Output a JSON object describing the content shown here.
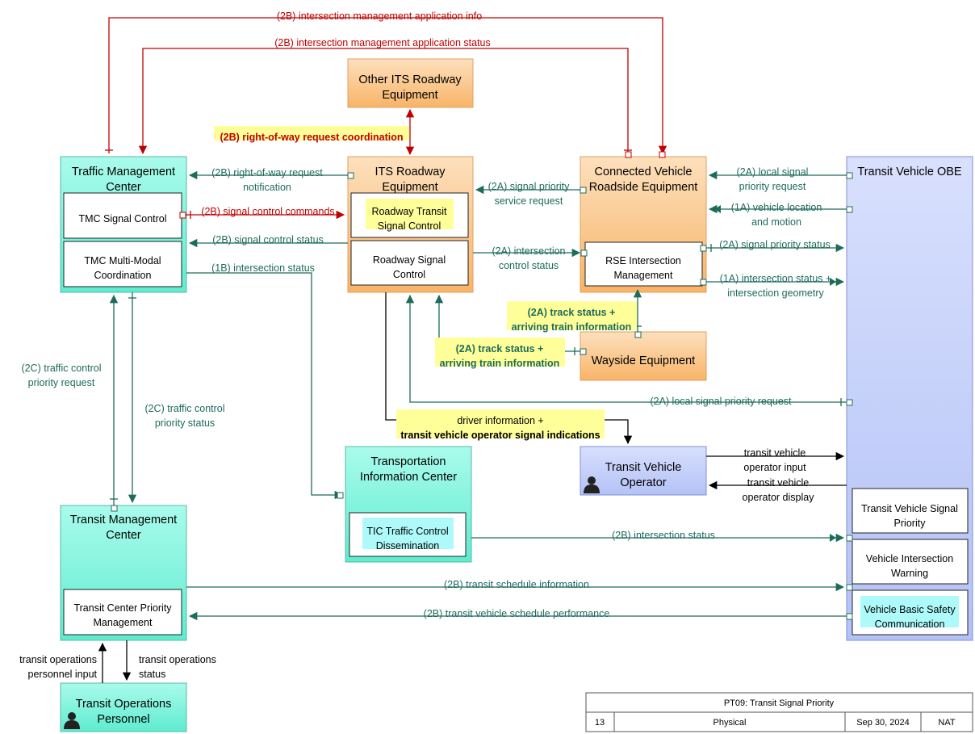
{
  "colors": {
    "teal_fill": "#7ff5de",
    "orange_fill": "#fbc890",
    "blue_fill": "#c9d3fb",
    "highlight_yellow": "#ffff99",
    "highlight_cyan": "#aefafa",
    "red_flow": "#c00000",
    "green_flow": "#1d6b5b"
  },
  "nodes": {
    "other_its": "Other ITS Roadway\nEquipment",
    "its_roadway": "ITS Roadway\nEquipment",
    "cv_roadside": "Connected Vehicle\nRoadside Equipment",
    "tmc": "Traffic Management\nCenter",
    "transit_obe": "Transit Vehicle OBE",
    "wayside": "Wayside Equipment",
    "tic": "Transportation\nInformation Center",
    "transit_operator": "Transit Vehicle\nOperator",
    "transit_mgmt": "Transit Management\nCenter",
    "transit_ops_personnel": "Transit Operations\nPersonnel"
  },
  "subsystems": {
    "tmc_signal_control": "TMC Signal Control",
    "tmc_multimodal": "TMC Multi-Modal\nCoordination",
    "roadway_transit_signal": "Roadway Transit\nSignal Control",
    "roadway_signal": "Roadway Signal\nControl",
    "rse_intersection": "RSE Intersection\nManagement",
    "tic_traffic_control": "TIC Traffic Control\nDissemination",
    "transit_center_priority": "Transit Center Priority\nManagement",
    "tv_signal_priority": "Transit Vehicle Signal\nPriority",
    "vehicle_intersection_warning": "Vehicle Intersection\nWarning",
    "vehicle_basic_safety": "Vehicle Basic Safety\nCommunication"
  },
  "flows": {
    "app_info": "(2B) intersection management application info",
    "app_status": "(2B) intersection management application status",
    "row_coordination": "(2B) right-of-way request coordination",
    "row_notification": "(2B) right-of-way request\nnotification",
    "signal_control_commands": "(2B) signal control commands",
    "signal_control_status": "(2B) signal control status",
    "intersection_status_1b": "(1B) intersection status",
    "signal_priority_service": "(2A) signal priority\nservice request",
    "intersection_control_status": "(2A) intersection\ncontrol status",
    "local_signal_priority_request": "(2A) local signal\npriority request",
    "vehicle_location": "(1A) vehicle location\nand motion",
    "signal_priority_status": "(2A) signal priority status",
    "intersection_geometry": "(1A) intersection status +\nintersection geometry",
    "track_status_up": "(2A) track status +\narriving train information",
    "track_status_left": "(2A) track status +\narriving train information",
    "local_signal_priority_long": "(2A) local signal priority request",
    "driver_info": "driver information +\ntransit vehicle operator signal indications",
    "operator_input": "transit vehicle\noperator input",
    "operator_display": "transit vehicle\noperator display",
    "traffic_control_priority_request": "(2C) traffic control\npriority request",
    "traffic_control_priority_status": "(2C) traffic control\npriority status",
    "intersection_status_2b": "(2B) intersection status",
    "transit_schedule_info": "(2B) transit schedule information",
    "transit_schedule_performance": "(2B) transit vehicle schedule performance",
    "ops_personnel_input": "transit operations\npersonnel input",
    "ops_status": "transit operations\nstatus"
  },
  "title_block": {
    "title": "PT09: Transit Signal Priority",
    "number": "13",
    "view": "Physical",
    "date": "Sep 30, 2024",
    "org": "NAT"
  }
}
